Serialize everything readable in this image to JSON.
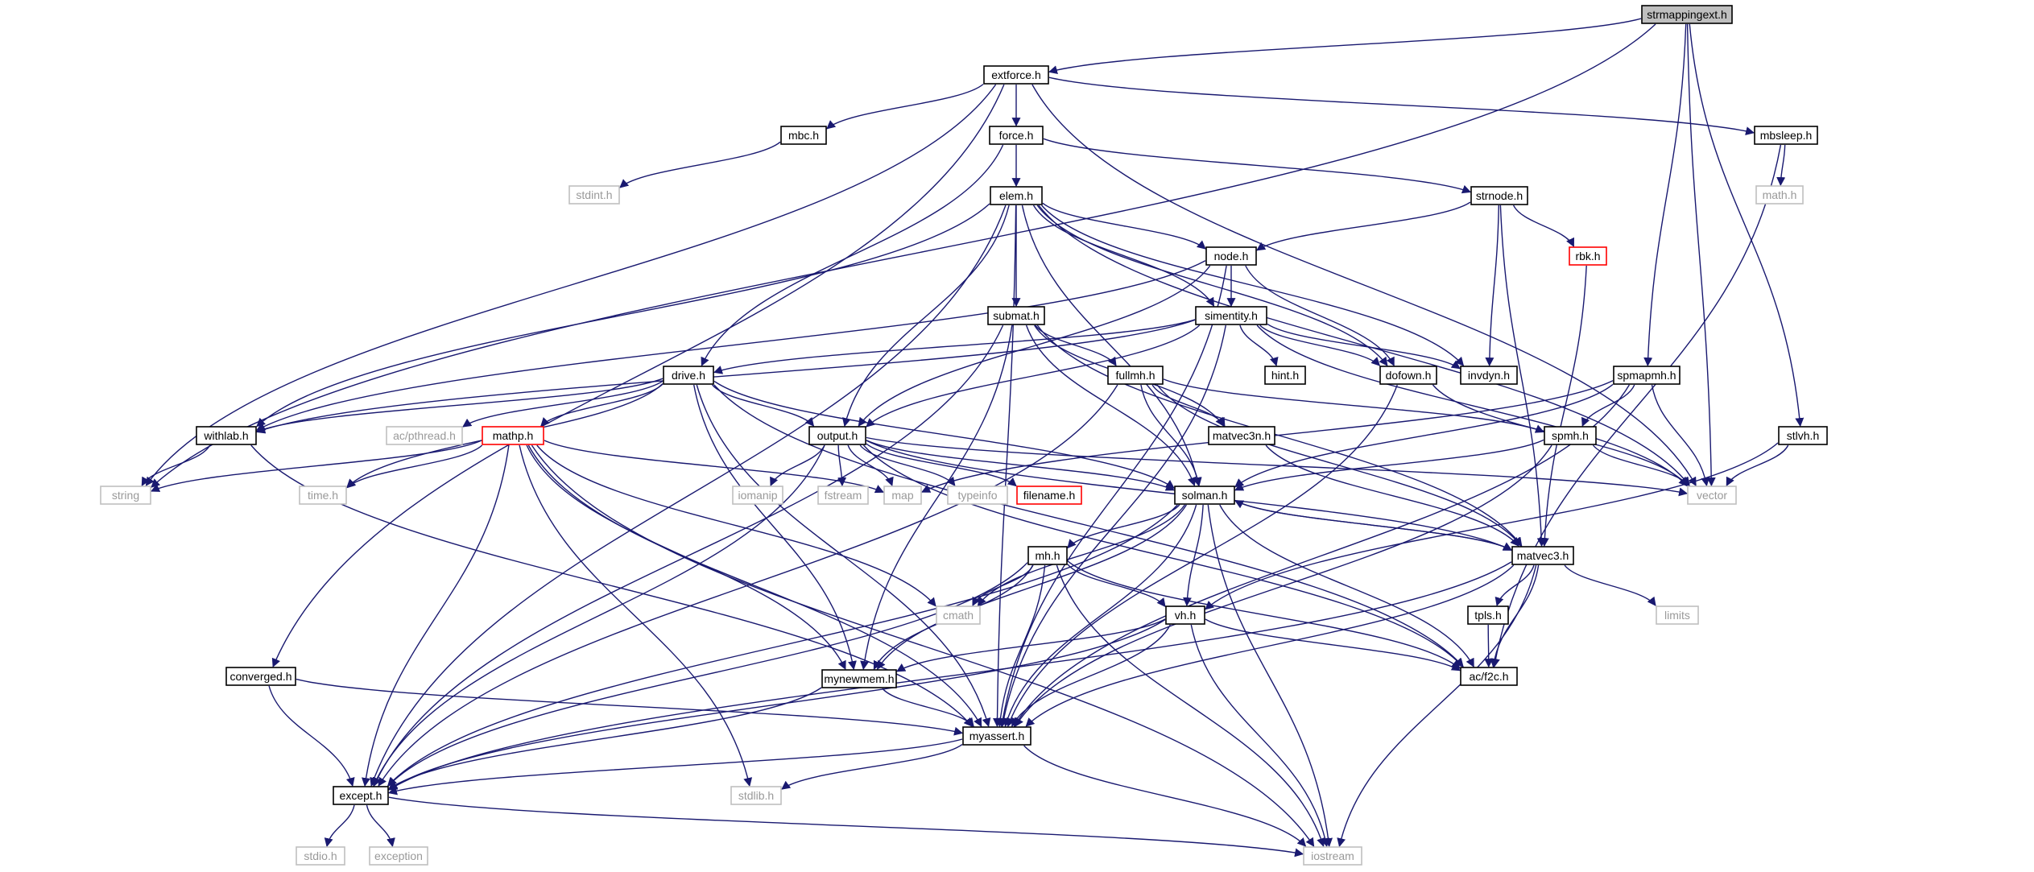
{
  "colors": {
    "edge": "#191970",
    "node_border": "#000000",
    "external_border": "#bfbfbf",
    "external_text": "#999999",
    "truncated_border": "#ff0000",
    "root_fill": "#bfbfbf",
    "node_fill": "#ffffff"
  },
  "nodes": {
    "strmappingext": {
      "label": "strmappingext.h",
      "kind": "root"
    },
    "extforce": {
      "label": "extforce.h",
      "kind": "normal"
    },
    "mbc": {
      "label": "mbc.h",
      "kind": "normal"
    },
    "force": {
      "label": "force.h",
      "kind": "normal"
    },
    "mbsleep": {
      "label": "mbsleep.h",
      "kind": "normal"
    },
    "stdint": {
      "label": "stdint.h",
      "kind": "external"
    },
    "mathh": {
      "label": "math.h",
      "kind": "external"
    },
    "elem": {
      "label": "elem.h",
      "kind": "normal"
    },
    "strnode": {
      "label": "strnode.h",
      "kind": "normal"
    },
    "rbk": {
      "label": "rbk.h",
      "kind": "truncated"
    },
    "node": {
      "label": "node.h",
      "kind": "normal"
    },
    "submat": {
      "label": "submat.h",
      "kind": "normal"
    },
    "simentity": {
      "label": "simentity.h",
      "kind": "normal"
    },
    "drive": {
      "label": "drive.h",
      "kind": "normal"
    },
    "fullmh": {
      "label": "fullmh.h",
      "kind": "normal"
    },
    "hint": {
      "label": "hint.h",
      "kind": "normal"
    },
    "dofown": {
      "label": "dofown.h",
      "kind": "normal"
    },
    "invdyn": {
      "label": "invdyn.h",
      "kind": "normal"
    },
    "spmapmh": {
      "label": "spmapmh.h",
      "kind": "normal"
    },
    "withlab": {
      "label": "withlab.h",
      "kind": "normal"
    },
    "pthread": {
      "label": "ac/pthread.h",
      "kind": "external"
    },
    "mathp": {
      "label": "mathp.h",
      "kind": "truncated"
    },
    "output": {
      "label": "output.h",
      "kind": "normal"
    },
    "matvec3n": {
      "label": "matvec3n.h",
      "kind": "normal"
    },
    "spmh": {
      "label": "spmh.h",
      "kind": "normal"
    },
    "stlvh": {
      "label": "stlvh.h",
      "kind": "normal"
    },
    "string": {
      "label": "string",
      "kind": "external"
    },
    "timeh": {
      "label": "time.h",
      "kind": "external"
    },
    "iomanip": {
      "label": "iomanip",
      "kind": "external"
    },
    "fstream": {
      "label": "fstream",
      "kind": "external"
    },
    "map": {
      "label": "map",
      "kind": "external"
    },
    "typeinfo": {
      "label": "typeinfo",
      "kind": "external"
    },
    "filename": {
      "label": "filename.h",
      "kind": "truncated"
    },
    "solman": {
      "label": "solman.h",
      "kind": "normal"
    },
    "vector": {
      "label": "vector",
      "kind": "external"
    },
    "mh": {
      "label": "mh.h",
      "kind": "normal"
    },
    "matvec3": {
      "label": "matvec3.h",
      "kind": "normal"
    },
    "limits": {
      "label": "limits",
      "kind": "external"
    },
    "cmath": {
      "label": "cmath",
      "kind": "external"
    },
    "vh": {
      "label": "vh.h",
      "kind": "normal"
    },
    "tpls": {
      "label": "tpls.h",
      "kind": "normal"
    },
    "converged": {
      "label": "converged.h",
      "kind": "normal"
    },
    "mynewmem": {
      "label": "mynewmem.h",
      "kind": "normal"
    },
    "f2c": {
      "label": "ac/f2c.h",
      "kind": "normal"
    },
    "myassert": {
      "label": "myassert.h",
      "kind": "normal"
    },
    "except": {
      "label": "except.h",
      "kind": "normal"
    },
    "stdlib": {
      "label": "stdlib.h",
      "kind": "external"
    },
    "stdio": {
      "label": "stdio.h",
      "kind": "external"
    },
    "exception": {
      "label": "exception",
      "kind": "external"
    },
    "iostream": {
      "label": "iostream",
      "kind": "external"
    }
  },
  "edges": [
    [
      "strmappingext",
      "extforce"
    ],
    [
      "strmappingext",
      "string"
    ],
    [
      "strmappingext",
      "vector"
    ],
    [
      "strmappingext",
      "spmapmh"
    ],
    [
      "strmappingext",
      "stlvh"
    ],
    [
      "extforce",
      "mbc"
    ],
    [
      "extforce",
      "force"
    ],
    [
      "extforce",
      "mbsleep"
    ],
    [
      "extforce",
      "string"
    ],
    [
      "extforce",
      "converged"
    ],
    [
      "extforce",
      "vector"
    ],
    [
      "mbc",
      "stdint"
    ],
    [
      "force",
      "elem"
    ],
    [
      "force",
      "strnode"
    ],
    [
      "force",
      "drive"
    ],
    [
      "mbsleep",
      "mathh"
    ],
    [
      "mbsleep",
      "f2c"
    ],
    [
      "elem",
      "node"
    ],
    [
      "elem",
      "submat"
    ],
    [
      "elem",
      "simentity"
    ],
    [
      "elem",
      "dofown"
    ],
    [
      "elem",
      "invdyn"
    ],
    [
      "elem",
      "withlab"
    ],
    [
      "elem",
      "output"
    ],
    [
      "elem",
      "solman"
    ],
    [
      "elem",
      "myassert"
    ],
    [
      "elem",
      "except"
    ],
    [
      "elem",
      "vector"
    ],
    [
      "strnode",
      "node"
    ],
    [
      "strnode",
      "rbk"
    ],
    [
      "strnode",
      "invdyn"
    ],
    [
      "strnode",
      "matvec3"
    ],
    [
      "rbk",
      "matvec3"
    ],
    [
      "node",
      "simentity"
    ],
    [
      "node",
      "dofown"
    ],
    [
      "node",
      "output"
    ],
    [
      "node",
      "withlab"
    ],
    [
      "node",
      "myassert"
    ],
    [
      "simentity",
      "hint"
    ],
    [
      "simentity",
      "dofown"
    ],
    [
      "simentity",
      "invdyn"
    ],
    [
      "simentity",
      "output"
    ],
    [
      "simentity",
      "drive"
    ],
    [
      "simentity",
      "withlab"
    ],
    [
      "simentity",
      "vector"
    ],
    [
      "simentity",
      "myassert"
    ],
    [
      "submat",
      "fullmh"
    ],
    [
      "submat",
      "matvec3n"
    ],
    [
      "submat",
      "solman"
    ],
    [
      "submat",
      "mynewmem"
    ],
    [
      "submat",
      "matvec3"
    ],
    [
      "submat",
      "except"
    ],
    [
      "drive",
      "withlab"
    ],
    [
      "drive",
      "output"
    ],
    [
      "drive",
      "mathp"
    ],
    [
      "drive",
      "pthread"
    ],
    [
      "drive",
      "solman"
    ],
    [
      "drive",
      "myassert"
    ],
    [
      "drive",
      "timeh"
    ],
    [
      "drive",
      "f2c"
    ],
    [
      "drive",
      "mynewmem"
    ],
    [
      "fullmh",
      "matvec3n"
    ],
    [
      "fullmh",
      "spmh"
    ],
    [
      "fullmh",
      "solman"
    ],
    [
      "fullmh",
      "matvec3"
    ],
    [
      "fullmh",
      "except"
    ],
    [
      "dofown",
      "vector"
    ],
    [
      "dofown",
      "myassert"
    ],
    [
      "spmapmh",
      "spmh"
    ],
    [
      "spmapmh",
      "vector"
    ],
    [
      "spmapmh",
      "map"
    ],
    [
      "spmapmh",
      "solman"
    ],
    [
      "spmapmh",
      "myassert"
    ],
    [
      "withlab",
      "string"
    ],
    [
      "withlab",
      "myassert"
    ],
    [
      "mathp",
      "string"
    ],
    [
      "mathp",
      "timeh"
    ],
    [
      "mathp",
      "map"
    ],
    [
      "mathp",
      "cmath"
    ],
    [
      "mathp",
      "mynewmem"
    ],
    [
      "mathp",
      "myassert"
    ],
    [
      "mathp",
      "except"
    ],
    [
      "mathp",
      "stdlib"
    ],
    [
      "mathp",
      "iostream"
    ],
    [
      "output",
      "iomanip"
    ],
    [
      "output",
      "fstream"
    ],
    [
      "output",
      "map"
    ],
    [
      "output",
      "typeinfo"
    ],
    [
      "output",
      "filename"
    ],
    [
      "output",
      "solman"
    ],
    [
      "output",
      "vector"
    ],
    [
      "output",
      "except"
    ],
    [
      "output",
      "f2c"
    ],
    [
      "output",
      "matvec3"
    ],
    [
      "matvec3n",
      "matvec3"
    ],
    [
      "spmh",
      "solman"
    ],
    [
      "spmh",
      "vector"
    ],
    [
      "spmh",
      "myassert"
    ],
    [
      "stlvh",
      "vector"
    ],
    [
      "stlvh",
      "vh"
    ],
    [
      "solman",
      "mh"
    ],
    [
      "solman",
      "vh"
    ],
    [
      "solman",
      "matvec3"
    ],
    [
      "solman",
      "f2c"
    ],
    [
      "solman",
      "myassert"
    ],
    [
      "solman",
      "except"
    ],
    [
      "solman",
      "iostream"
    ],
    [
      "solman",
      "cmath"
    ],
    [
      "solman",
      "mynewmem"
    ],
    [
      "mh",
      "vh"
    ],
    [
      "mh",
      "cmath"
    ],
    [
      "mh",
      "mynewmem"
    ],
    [
      "mh",
      "myassert"
    ],
    [
      "mh",
      "except"
    ],
    [
      "mh",
      "f2c"
    ],
    [
      "mh",
      "iostream"
    ],
    [
      "matvec3",
      "tpls"
    ],
    [
      "matvec3",
      "f2c"
    ],
    [
      "matvec3",
      "myassert"
    ],
    [
      "matvec3",
      "limits"
    ],
    [
      "matvec3",
      "solman"
    ],
    [
      "matvec3",
      "except"
    ],
    [
      "matvec3",
      "iostream"
    ],
    [
      "vh",
      "mynewmem"
    ],
    [
      "vh",
      "myassert"
    ],
    [
      "vh",
      "except"
    ],
    [
      "vh",
      "f2c"
    ],
    [
      "vh",
      "iostream"
    ],
    [
      "tpls",
      "f2c"
    ],
    [
      "converged",
      "myassert"
    ],
    [
      "converged",
      "except"
    ],
    [
      "mynewmem",
      "myassert"
    ],
    [
      "mynewmem",
      "except"
    ],
    [
      "myassert",
      "except"
    ],
    [
      "myassert",
      "stdlib"
    ],
    [
      "myassert",
      "iostream"
    ],
    [
      "except",
      "stdio"
    ],
    [
      "except",
      "exception"
    ],
    [
      "except",
      "iostream"
    ]
  ]
}
